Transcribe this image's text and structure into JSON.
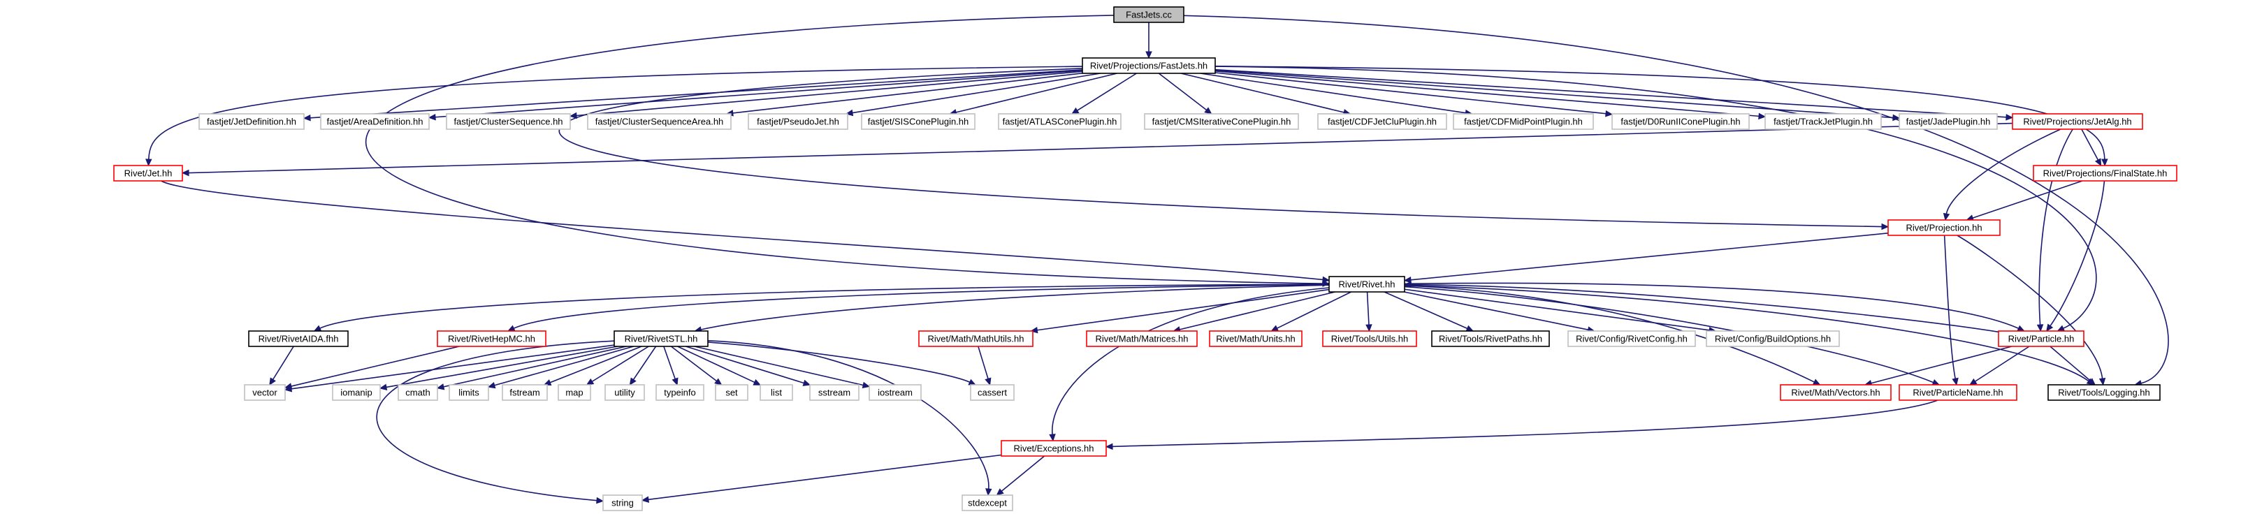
{
  "colors": {
    "edge": "#191970",
    "documented_border": "#000000",
    "undocumented_border": "#ff0000",
    "external_border": "#bfbfbf",
    "root_fill": "#bfbfbf",
    "background": "#ffffff"
  },
  "nodes": [
    {
      "id": "n_fastjets_cc",
      "label": "FastJets.cc",
      "style": "root"
    },
    {
      "id": "n_proj_fastjets",
      "label": "Rivet/Projections/FastJets.hh",
      "style": "documented"
    },
    {
      "id": "n_jetdef",
      "label": "fastjet/JetDefinition.hh",
      "style": "external"
    },
    {
      "id": "n_areadef",
      "label": "fastjet/AreaDefinition.hh",
      "style": "external"
    },
    {
      "id": "n_clusterseq",
      "label": "fastjet/ClusterSequence.hh",
      "style": "external"
    },
    {
      "id": "n_clusterseqarea",
      "label": "fastjet/ClusterSequenceArea.hh",
      "style": "external"
    },
    {
      "id": "n_pseudojet",
      "label": "fastjet/PseudoJet.hh",
      "style": "external"
    },
    {
      "id": "n_siscone",
      "label": "fastjet/SISConePlugin.hh",
      "style": "external"
    },
    {
      "id": "n_atlascone",
      "label": "fastjet/ATLASConePlugin.hh",
      "style": "external"
    },
    {
      "id": "n_cmsiter",
      "label": "fastjet/CMSIterativeConePlugin.hh",
      "style": "external"
    },
    {
      "id": "n_cdfjetclu",
      "label": "fastjet/CDFJetCluPlugin.hh",
      "style": "external"
    },
    {
      "id": "n_cdfmidpoint",
      "label": "fastjet/CDFMidPointPlugin.hh",
      "style": "external"
    },
    {
      "id": "n_d0run2",
      "label": "fastjet/D0RunIIConePlugin.hh",
      "style": "external"
    },
    {
      "id": "n_trackjet",
      "label": "fastjet/TrackJetPlugin.hh",
      "style": "external"
    },
    {
      "id": "n_jade",
      "label": "fastjet/JadePlugin.hh",
      "style": "external"
    },
    {
      "id": "n_jetalg",
      "label": "Rivet/Projections/JetAlg.hh",
      "style": "undocumented"
    },
    {
      "id": "n_jet",
      "label": "Rivet/Jet.hh",
      "style": "undocumented"
    },
    {
      "id": "n_finalstate",
      "label": "Rivet/Projections/FinalState.hh",
      "style": "undocumented"
    },
    {
      "id": "n_projection",
      "label": "Rivet/Projection.hh",
      "style": "undocumented"
    },
    {
      "id": "n_rivet",
      "label": "Rivet/Rivet.hh",
      "style": "documented"
    },
    {
      "id": "n_rivetaida",
      "label": "Rivet/RivetAIDA.fhh",
      "style": "documented"
    },
    {
      "id": "n_rivethepmc",
      "label": "Rivet/RivetHepMC.hh",
      "style": "undocumented"
    },
    {
      "id": "n_rivetstl",
      "label": "Rivet/RivetSTL.hh",
      "style": "documented"
    },
    {
      "id": "n_mathutils",
      "label": "Rivet/Math/MathUtils.hh",
      "style": "undocumented"
    },
    {
      "id": "n_matrices",
      "label": "Rivet/Math/Matrices.hh",
      "style": "undocumented"
    },
    {
      "id": "n_units",
      "label": "Rivet/Math/Units.hh",
      "style": "undocumented"
    },
    {
      "id": "n_toolsutils",
      "label": "Rivet/Tools/Utils.hh",
      "style": "undocumented"
    },
    {
      "id": "n_rivetpaths",
      "label": "Rivet/Tools/RivetPaths.hh",
      "style": "documented"
    },
    {
      "id": "n_rivetconfig",
      "label": "Rivet/Config/RivetConfig.hh",
      "style": "external"
    },
    {
      "id": "n_buildoptions",
      "label": "Rivet/Config/BuildOptions.hh",
      "style": "external"
    },
    {
      "id": "n_particle",
      "label": "Rivet/Particle.hh",
      "style": "undocumented"
    },
    {
      "id": "n_vector",
      "label": "vector",
      "style": "external"
    },
    {
      "id": "n_iomanip",
      "label": "iomanip",
      "style": "external"
    },
    {
      "id": "n_cmath",
      "label": "cmath",
      "style": "external"
    },
    {
      "id": "n_limits",
      "label": "limits",
      "style": "external"
    },
    {
      "id": "n_fstream",
      "label": "fstream",
      "style": "external"
    },
    {
      "id": "n_map",
      "label": "map",
      "style": "external"
    },
    {
      "id": "n_utility",
      "label": "utility",
      "style": "external"
    },
    {
      "id": "n_typeinfo",
      "label": "typeinfo",
      "style": "external"
    },
    {
      "id": "n_set",
      "label": "set",
      "style": "external"
    },
    {
      "id": "n_list",
      "label": "list",
      "style": "external"
    },
    {
      "id": "n_sstream",
      "label": "sstream",
      "style": "external"
    },
    {
      "id": "n_iostream",
      "label": "iostream",
      "style": "external"
    },
    {
      "id": "n_cassert",
      "label": "cassert",
      "style": "external"
    },
    {
      "id": "n_vectors",
      "label": "Rivet/Math/Vectors.hh",
      "style": "undocumented"
    },
    {
      "id": "n_particlename",
      "label": "Rivet/ParticleName.hh",
      "style": "undocumented"
    },
    {
      "id": "n_logging",
      "label": "Rivet/Tools/Logging.hh",
      "style": "documented"
    },
    {
      "id": "n_exceptions",
      "label": "Rivet/Exceptions.hh",
      "style": "undocumented"
    },
    {
      "id": "n_string",
      "label": "string",
      "style": "external"
    },
    {
      "id": "n_stdexcept",
      "label": "stdexcept",
      "style": "external"
    }
  ]
}
